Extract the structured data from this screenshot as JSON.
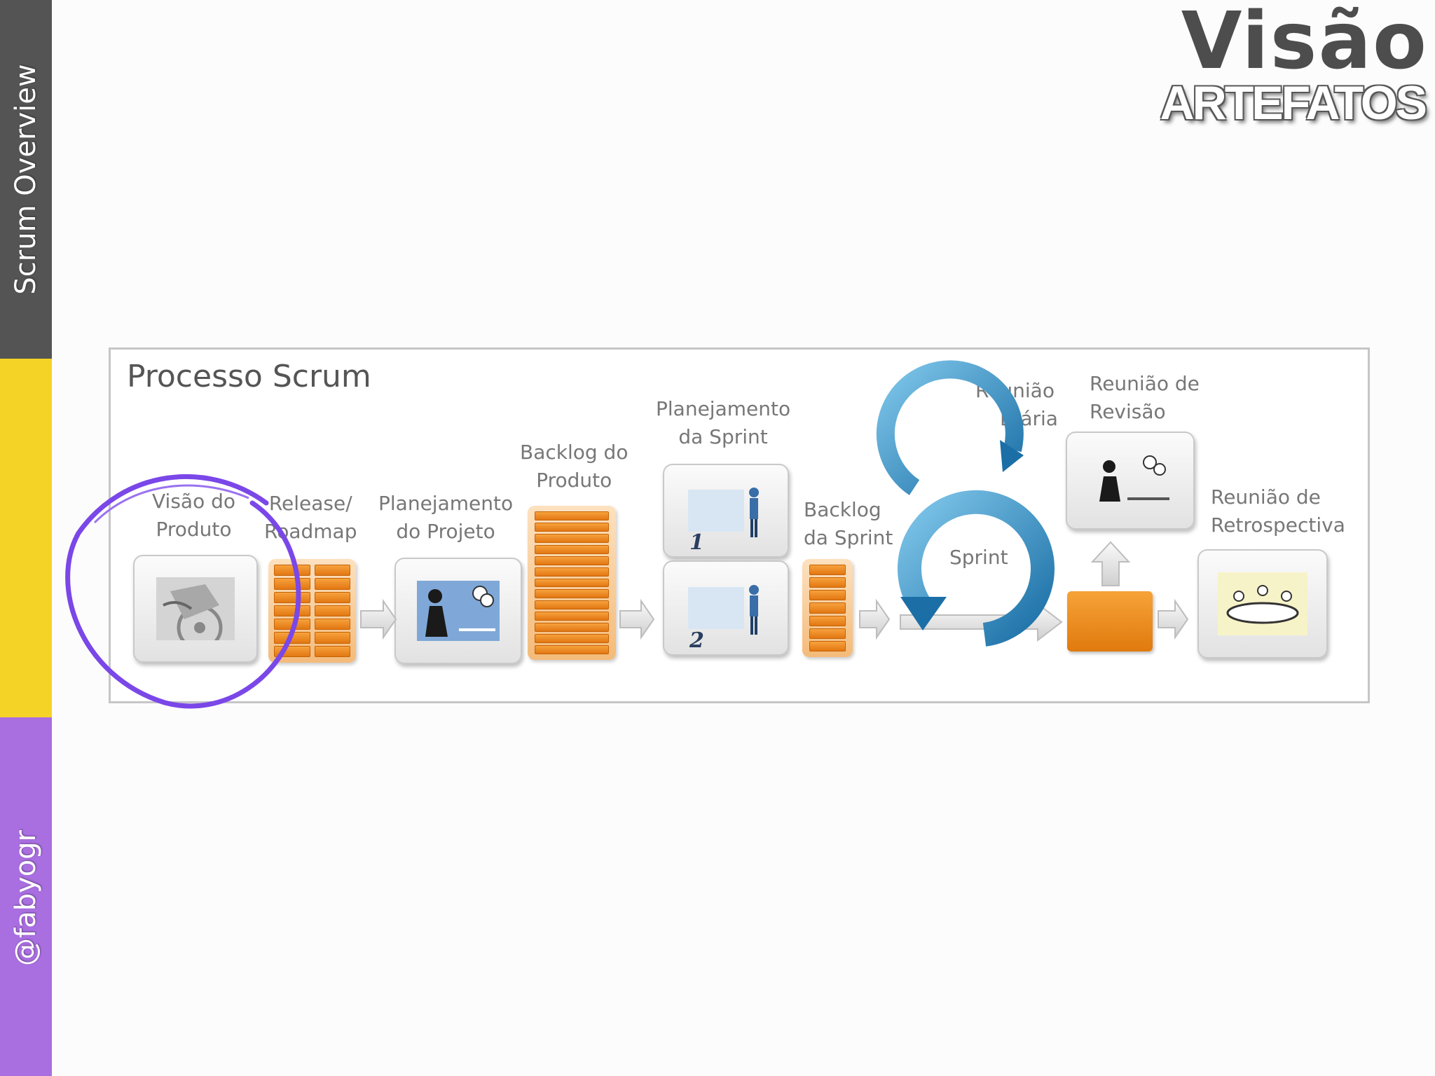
{
  "sidebar": {
    "top_label": "Scrum Overview",
    "bottom_label": "@fabyogr",
    "colors": [
      "#545454",
      "#f5d326",
      "#a96ee0"
    ]
  },
  "header": {
    "title": "Visão",
    "subtitle": "ARTEFATOS"
  },
  "diagram": {
    "title": "Processo Scrum",
    "labels": {
      "visao_line1": "Visão do",
      "visao_line2": "Produto",
      "release_line1": "Release/",
      "release_line2": "Roadmap",
      "plan_proj_line1": "Planejamento",
      "plan_proj_line2": "do Projeto",
      "backlog_prod_line1": "Backlog do",
      "backlog_prod_line2": "Produto",
      "plan_sprint_line1": "Planejamento",
      "plan_sprint_line2": "da Sprint",
      "backlog_sprint_line1": "Backlog",
      "backlog_sprint_line2": "da Sprint",
      "daily_line1": "Reunião",
      "daily_line2": "Diária",
      "sprint": "Sprint",
      "review_line1": "Reunião de",
      "review_line2": "Revisão",
      "retro_line1": "Reunião de",
      "retro_line2": "Retrospectiva"
    },
    "sprint_plan_parts": [
      "1",
      "2"
    ],
    "highlight_color": "#7a47e8",
    "accent_orange": "#f0901f",
    "cycle_blue": "#2f8fc2"
  }
}
